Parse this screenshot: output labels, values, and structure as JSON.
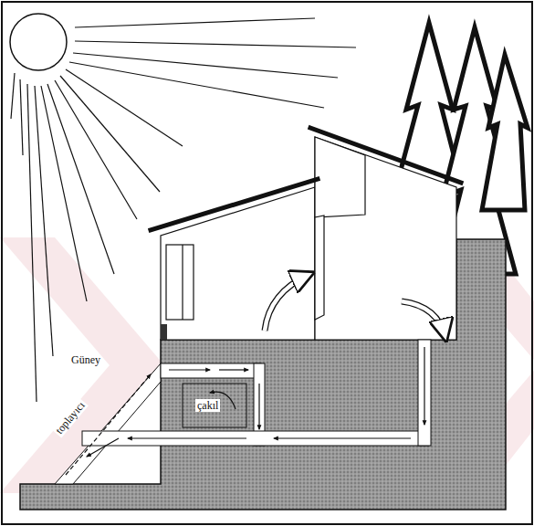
{
  "diagram": {
    "labels": [
      "Güney",
      "toplayıcı",
      "çakıl"
    ]
  }
}
